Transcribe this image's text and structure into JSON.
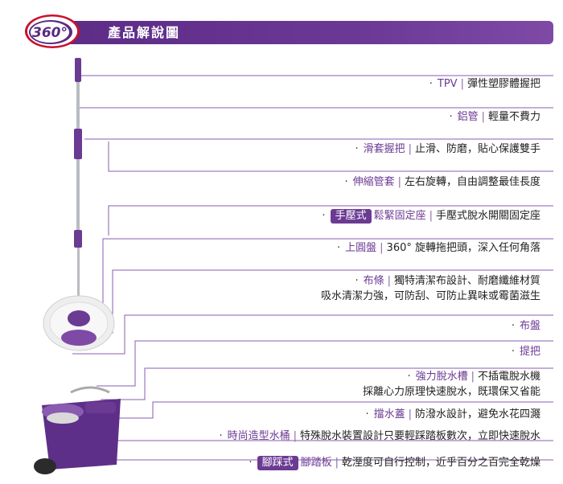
{
  "header": {
    "logo_text": "360°",
    "title": "產品解說圖"
  },
  "features": [
    {
      "name": "TPV",
      "desc": "彈性塑膠體握把"
    },
    {
      "name": "鋁管",
      "desc": "輕量不費力"
    },
    {
      "name": "滑套握把",
      "desc": "止滑、防磨，貼心保護雙手"
    },
    {
      "name": "伸縮管套",
      "desc": "左右旋轉，自由調整最佳長度"
    },
    {
      "badge": "手壓式",
      "name": "鬆緊固定座",
      "desc": "手壓式脫水開關固定座"
    },
    {
      "name": "上圓盤",
      "desc": "360° 旋轉拖把頭，深入任何角落"
    },
    {
      "name": "布條",
      "desc": "獨特清潔布設計、耐磨纖維材質",
      "desc2": "吸水清潔力強，可防刮、可防止異味或霉菌滋生"
    },
    {
      "name": "布盤"
    },
    {
      "name": "提把"
    },
    {
      "name": "強力脫水槽",
      "desc": "不插電脫水機",
      "desc2": "採離心力原理快速脫水，既環保又省能"
    },
    {
      "name": "擋水蓋",
      "desc": "防潑水設計，避免水花四濺"
    },
    {
      "name": "時尚造型水桶",
      "desc": "特殊脫水裝置設計只要輕踩踏板數次，立即快速脫水"
    },
    {
      "badge": "腳踩式",
      "name": "腳踏板",
      "desc": "乾溼度可自行控制，近乎百分之百完全乾燥"
    }
  ],
  "colors": {
    "accent": "#6b3a93",
    "line": "#8a5cb0"
  }
}
